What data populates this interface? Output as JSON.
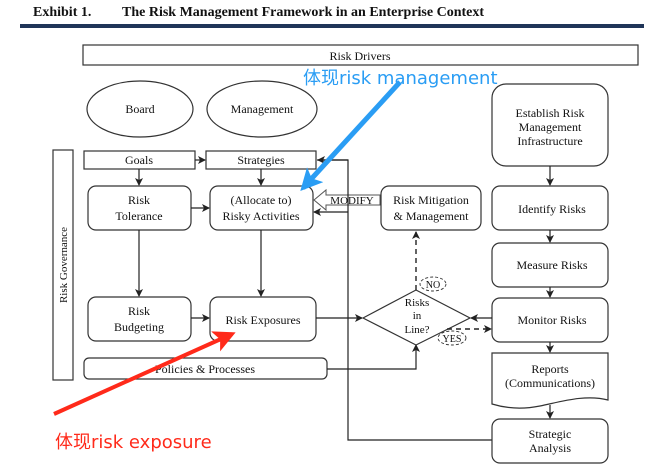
{
  "header": {
    "exhibit_label": "Exhibit 1.",
    "title": "The Risk Management Framework in an Enterprise Context",
    "rule_color": "#1f3558"
  },
  "diagram": {
    "risk_drivers": "Risk Drivers",
    "risk_governance": "Risk Governance",
    "board": "Board",
    "management": "Management",
    "goals": "Goals",
    "strategies": "Strategies",
    "risk_tolerance": [
      "Risk",
      "Tolerance"
    ],
    "risky_activities": [
      "(Allocate to)",
      "Risky Activities"
    ],
    "modify": "MODIFY",
    "risk_mitigation": [
      "Risk Mitigation",
      "& Management"
    ],
    "risk_budgeting": [
      "Risk",
      "Budgeting"
    ],
    "risk_exposures": "Risk Exposures",
    "policies_processes": "Policies & Processes",
    "decision": [
      "Risks",
      "in",
      "Line?"
    ],
    "no_label": "NO",
    "yes_label": "YES",
    "establish_infrastructure": [
      "Establish Risk",
      "Management",
      "Infrastructure"
    ],
    "identify_risks": "Identify Risks",
    "measure_risks": "Measure Risks",
    "monitor_risks": "Monitor Risks",
    "reports": [
      "Reports",
      "(Communications)"
    ],
    "strategic_analysis": [
      "Strategic",
      "Analysis"
    ]
  },
  "annotations": {
    "blue_text": "体现risk management",
    "blue_color": "#2a9df4",
    "red_text": "体现risk exposure",
    "red_color": "#ff2a1a"
  }
}
